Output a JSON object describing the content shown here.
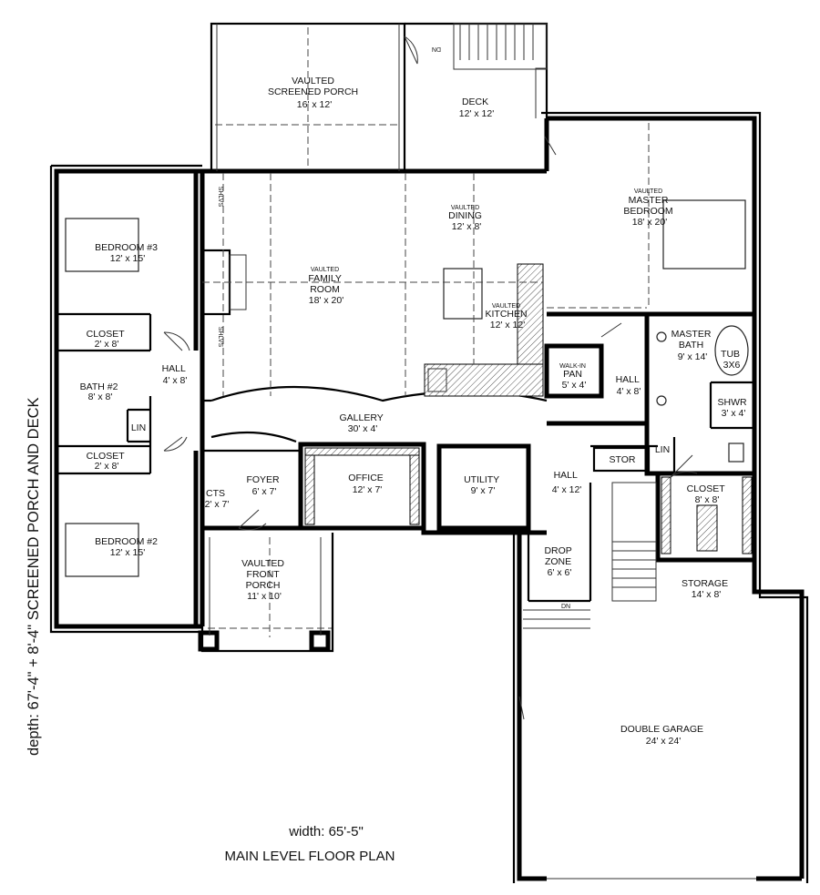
{
  "notes": {
    "side_dimension": "depth: 67'-4\" + 8'-4\" SCREENED PORCH AND DECK",
    "width": "width: 65'-5\"",
    "plan_title": "MAIN LEVEL FLOOR PLAN"
  },
  "rooms": {
    "screened_porch": {
      "lines": [
        "VAULTED",
        "SCREENED PORCH",
        "16' x 12'"
      ]
    },
    "deck": {
      "lines": [
        "DECK",
        "12' x 12'"
      ]
    },
    "master_bedroom": {
      "lines": [
        "VAULTED",
        "MASTER",
        "BEDROOM",
        "18' x 20'"
      ]
    },
    "bedroom3": {
      "lines": [
        "BEDROOM #3",
        "12' x 15'"
      ]
    },
    "dining": {
      "lines": [
        "VAULTED",
        "DINING",
        "12' x 8'"
      ]
    },
    "family_room": {
      "lines": [
        "VAULTED",
        "FAMILY",
        "ROOM",
        "18' x 20'"
      ]
    },
    "kitchen": {
      "lines": [
        "VAULTED",
        "KITCHEN",
        "12' x 12'"
      ]
    },
    "closet_top": {
      "lines": [
        "CLOSET",
        "2' x 8'"
      ]
    },
    "bath2": {
      "lines": [
        "BATH #2",
        "8' x 8'"
      ]
    },
    "hall_left": {
      "lines": [
        "HALL",
        "4' x 8'"
      ]
    },
    "lin_left": {
      "lines": [
        "LIN"
      ]
    },
    "closet_bottom": {
      "lines": [
        "CLOSET",
        "2' x 8'"
      ]
    },
    "bedroom2": {
      "lines": [
        "BEDROOM #2",
        "12' x 15'"
      ]
    },
    "gallery": {
      "lines": [
        "GALLERY",
        "30' x 4'"
      ]
    },
    "shlvs_top": {
      "lines": [
        "SHLVS"
      ]
    },
    "shlvs_bottom": {
      "lines": [
        "SHLVS"
      ]
    },
    "pantry": {
      "lines": [
        "WALK-IN",
        "PAN",
        "5' x 4'"
      ]
    },
    "hall_mid": {
      "lines": [
        "HALL",
        "4' x 8'"
      ]
    },
    "master_bath": {
      "lines": [
        "MASTER",
        "BATH",
        "9' x 14'"
      ]
    },
    "tub": {
      "lines": [
        "TUB",
        "3X6"
      ]
    },
    "shower": {
      "lines": [
        "SHWR",
        "3' x 4'"
      ]
    },
    "lin_right": {
      "lines": [
        "LIN"
      ]
    },
    "stor": {
      "lines": [
        "STOR"
      ]
    },
    "cts": {
      "lines": [
        "CTS",
        "2' x 7'"
      ]
    },
    "foyer": {
      "lines": [
        "FOYER",
        "6' x 7'"
      ]
    },
    "office": {
      "lines": [
        "OFFICE",
        "12' x 7'"
      ]
    },
    "utility": {
      "lines": [
        "UTILITY",
        "9' x 7'"
      ]
    },
    "hall_right": {
      "lines": [
        "HALL",
        "4' x 12'"
      ]
    },
    "closet_master": {
      "lines": [
        "CLOSET",
        "8' x 8'"
      ]
    },
    "front_porch": {
      "lines": [
        "VAULTED",
        "FRONT",
        "PORCH",
        "11' x 10'"
      ]
    },
    "drop_zone": {
      "lines": [
        "DROP",
        "ZONE",
        "6' x 6'"
      ]
    },
    "storage": {
      "lines": [
        "STORAGE",
        "14' x 8'"
      ]
    },
    "garage": {
      "lines": [
        "DOUBLE GARAGE",
        "24' x 24'"
      ]
    }
  },
  "stair_labels": {
    "top": "DN",
    "bottom": "DN"
  }
}
